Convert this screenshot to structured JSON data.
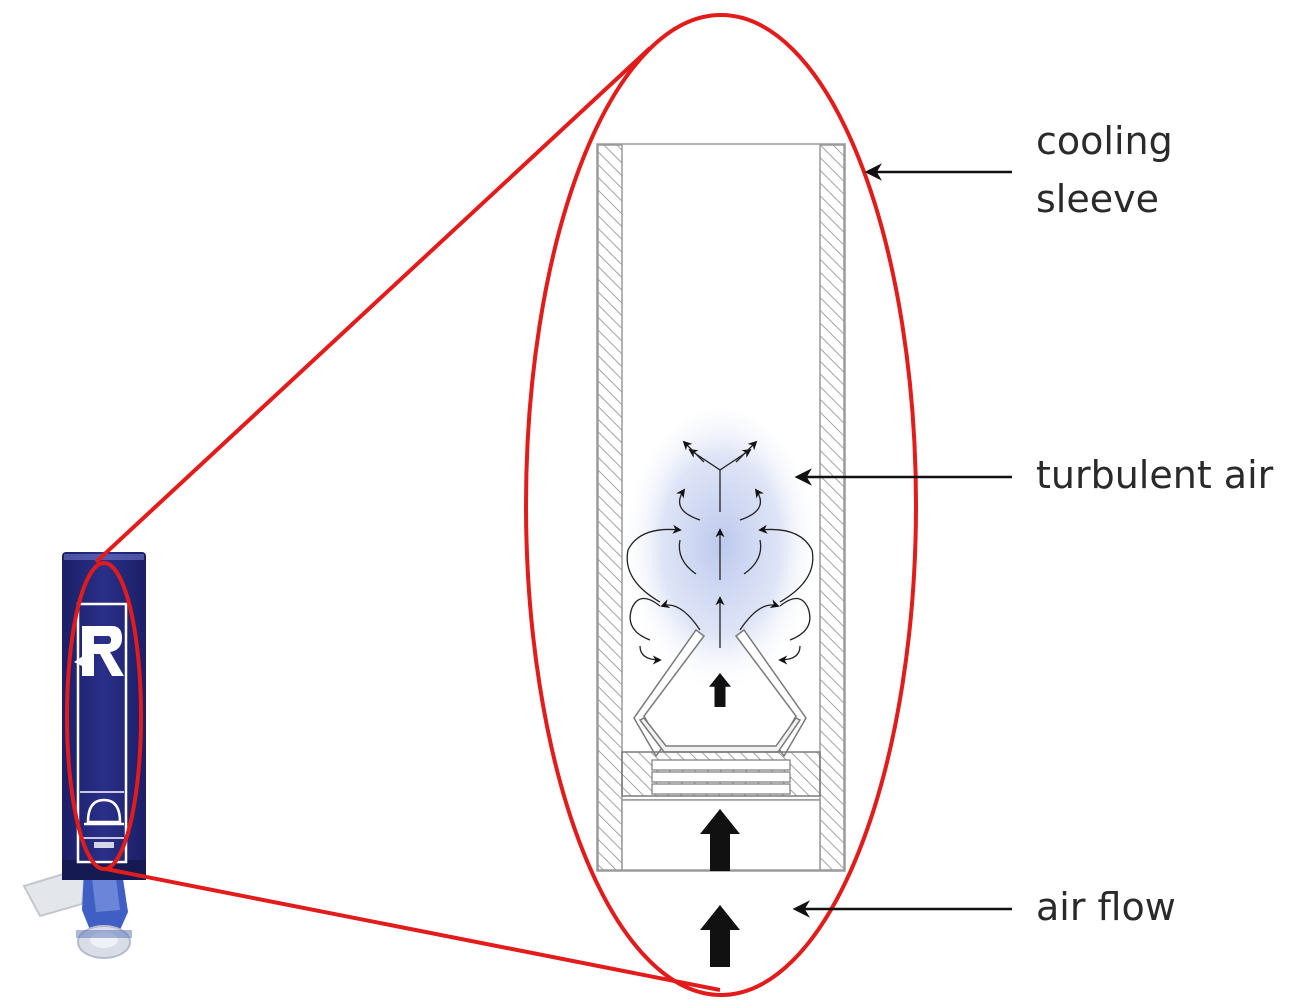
{
  "labels": {
    "cooling_sleeve": "cooling sleeve",
    "turbulent_air": "turbulent air",
    "air_flow": "air flow"
  },
  "colors": {
    "highlight": "#e21b1b",
    "device": "#23277d",
    "hatch": "#999999",
    "turbulence": "#bcc8ea"
  },
  "icons": {
    "device_logo": "R-logo",
    "device_symbol": "bell-icon"
  }
}
